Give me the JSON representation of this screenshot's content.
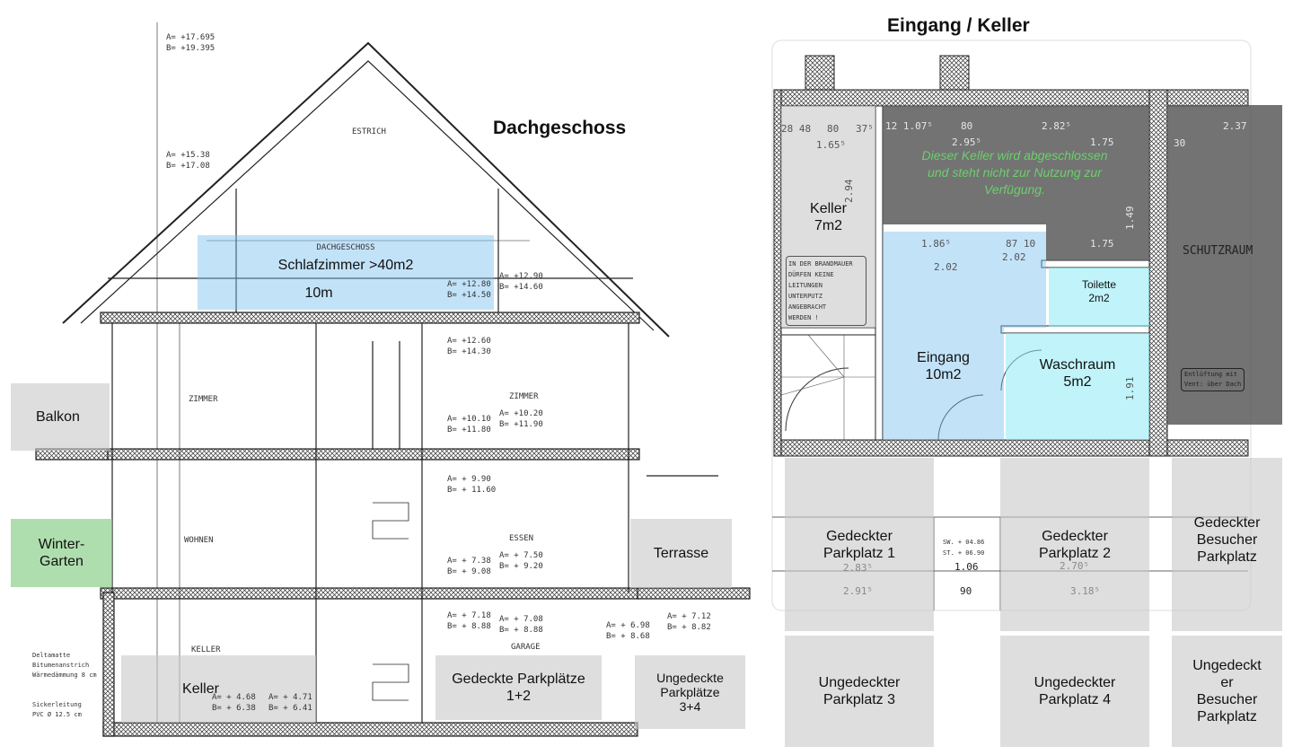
{
  "section": {
    "title": "Dachgeschoss",
    "bedroom": "Schlafzimmer >40m2",
    "width_label": "10m",
    "balkon": "Balkon",
    "wintergarten": "Winter-\nGarten",
    "terrasse": "Terrasse",
    "keller": "Keller",
    "gedeckte": "Gedeckte Parkplätze\n1+2",
    "ungedeckte": "Ungedeckte\nParkplätze\n3+4",
    "drawing_labels": {
      "estrich": "ESTRICH",
      "dachgeschoss": "DACHGESCHOSS",
      "zimmer1": "ZIMMER",
      "zimmer2": "ZIMMER",
      "wohnen": "WOHNEN",
      "essen": "ESSEN",
      "keller": "KELLER",
      "garage": "GARAGE"
    },
    "levels": [
      "A= +17.695",
      "B= +19.395",
      "A= +15.38",
      "B= +17.08",
      "A= +12.80",
      "B= +14.50",
      "A= +12.90",
      "B= +14.60",
      "A= +12.60",
      "B= +14.30",
      "A= +10.10",
      "B= +11.80",
      "A= +10.20",
      "B= +11.90",
      "A= + 9.90",
      "B= + 11.60",
      "A= + 7.38",
      "B= + 9.08",
      "A= + 7.50",
      "B= + 9.20",
      "A= + 7.18",
      "B= + 8.88",
      "A= + 7.08",
      "B= + 8.88",
      "A= + 6.98",
      "B= + 8.68",
      "A= + 7.12",
      "B= + 8.82",
      "A= + 4.68",
      "B= + 6.38",
      "A= + 4.71",
      "B= + 6.41"
    ],
    "wall_notes": [
      "Deltamatte",
      "Bitumenanstrich",
      "Wärmedämmung 8 cm",
      "Sickerleitung",
      "PVC Ø 12.5 cm"
    ]
  },
  "plan": {
    "title": "Eingang / Keller",
    "keller": "Keller\n7m2",
    "locked_note": "Dieser Keller wird abgeschlossen\nund steht nicht zur Nutzung zur\nVerfügung.",
    "eingang": "Eingang\n10m2",
    "toilette": "Toilette\n2m2",
    "waschraum": "Waschraum\n5m2",
    "schutzraum": "SCHUTZRAUM",
    "brandmauer_note": "IN DER BRANDMAUER\nDÜRFEN KEINE LEITUNGEN\nUNTERPUTZ ANGEBRACHT\nWERDEN !",
    "lueftung_note": "Entlüftung mit\nVent: über Dach",
    "sw_note": "SW. + 04.86\nST. + 06.90",
    "parking": [
      "Gedeckter\nParkplatz 1",
      "Gedeckter\nParkplatz 2",
      "Gedeckter\nBesucher\nParkplatz",
      "Ungedeckter\nParkplatz 3",
      "Ungedeckter\nParkplatz 4",
      "Ungedeckt\ner\nBesucher\nParkplatz"
    ],
    "dims": [
      "28 48",
      "80",
      "1.65⁵",
      "37⁵",
      "12 1.07⁵",
      "80",
      "2.82⁵",
      "2.95⁵",
      "1.75",
      "2.37",
      "30",
      "2.94",
      "1.86⁵",
      "87 10",
      "2.02",
      "2.02",
      "1.75",
      "1.49",
      "1.91",
      "2.83⁵",
      "2.91⁵",
      "1.06",
      "90",
      "2.70⁵",
      "3.18⁵"
    ]
  },
  "colors": {
    "blue": "#78bef0",
    "cyan": "#8cebf5",
    "green": "#82cd82",
    "grey": "#c8c8c8",
    "dark": "#5a5a5a",
    "note_green": "#6ccf6c"
  }
}
